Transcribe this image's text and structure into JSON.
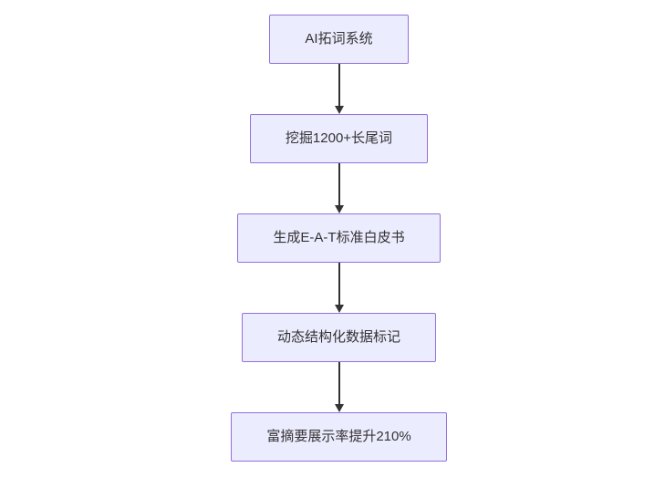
{
  "diagram": {
    "type": "flowchart",
    "direction": "top-down",
    "nodes": [
      {
        "id": "ai-keyword-system",
        "label": "AI拓词系统"
      },
      {
        "id": "longtail-mining",
        "label": "挖掘1200+长尾词"
      },
      {
        "id": "eat-whitepaper",
        "label": "生成E-A-T标准白皮书"
      },
      {
        "id": "structured-data-markup",
        "label": "动态结构化数据标记"
      },
      {
        "id": "rich-snippet-result",
        "label": "富摘要展示率提升210%"
      }
    ],
    "colors": {
      "node_fill": "#ECECFF",
      "node_border": "#9370DB",
      "arrow": "#333333",
      "text": "#333333",
      "background": "#ffffff"
    }
  }
}
